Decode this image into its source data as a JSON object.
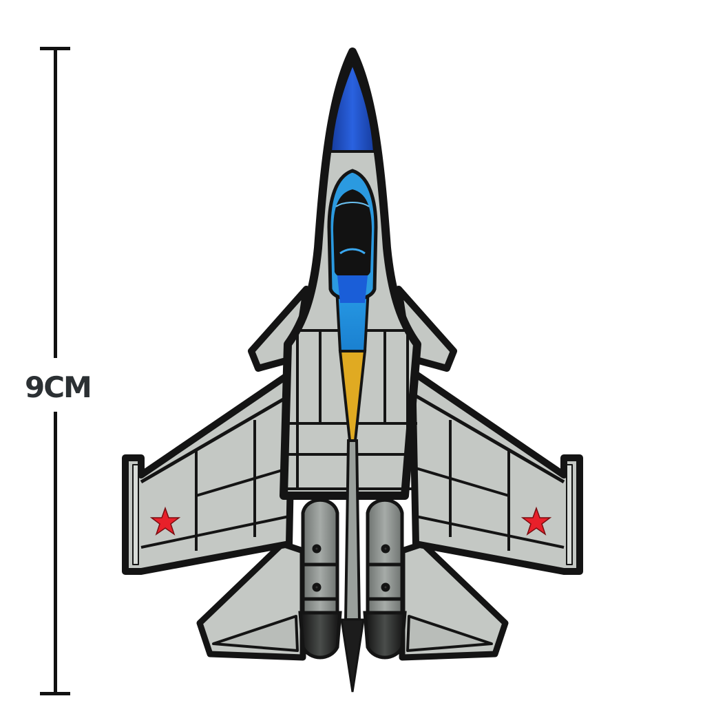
{
  "dimension": {
    "label": "9CM",
    "orientation": "vertical"
  },
  "product": {
    "subject": "fighter-jet-patch",
    "view": "top-down",
    "colors": {
      "outline": "#141414",
      "body": "#c4c8c4",
      "nose": "#1f4fc8",
      "canopy_glass": "#111111",
      "canopy_frame": "#2b9ae0",
      "spine_blue": "#1f8fe0",
      "spine_yellow": "#e8b020",
      "star": "#e8202a",
      "engine": "#8a8f8c"
    },
    "markings": [
      {
        "type": "red-star",
        "position": "left-wing"
      },
      {
        "type": "red-star",
        "position": "right-wing"
      }
    ]
  }
}
